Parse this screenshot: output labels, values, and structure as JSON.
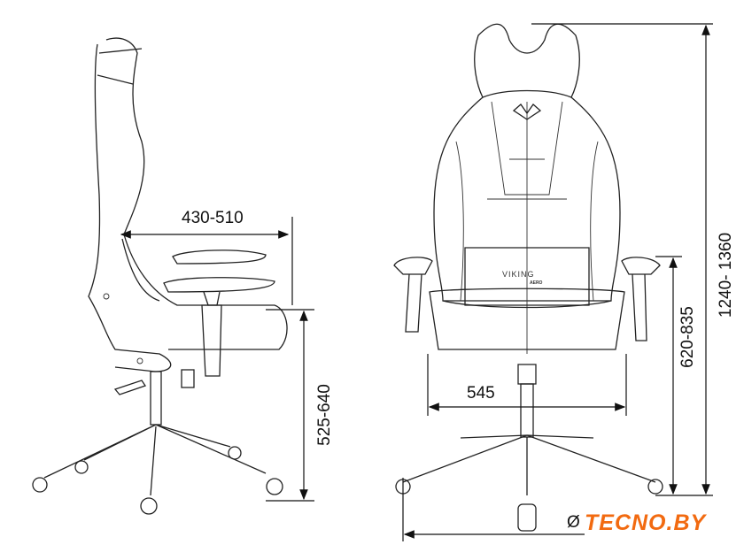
{
  "dimensions": {
    "seat_depth": "430-510",
    "seat_height": "525-640",
    "seat_width": "545",
    "armrest_height": "620-835",
    "total_height": "1240- 1360",
    "base_diameter_symbol": "Ø"
  },
  "chair_logo": {
    "name": "VIKING",
    "model": "AERO"
  },
  "watermark": "TECNO.BY",
  "colors": {
    "line": "#222222",
    "watermark": "#f26a10"
  }
}
